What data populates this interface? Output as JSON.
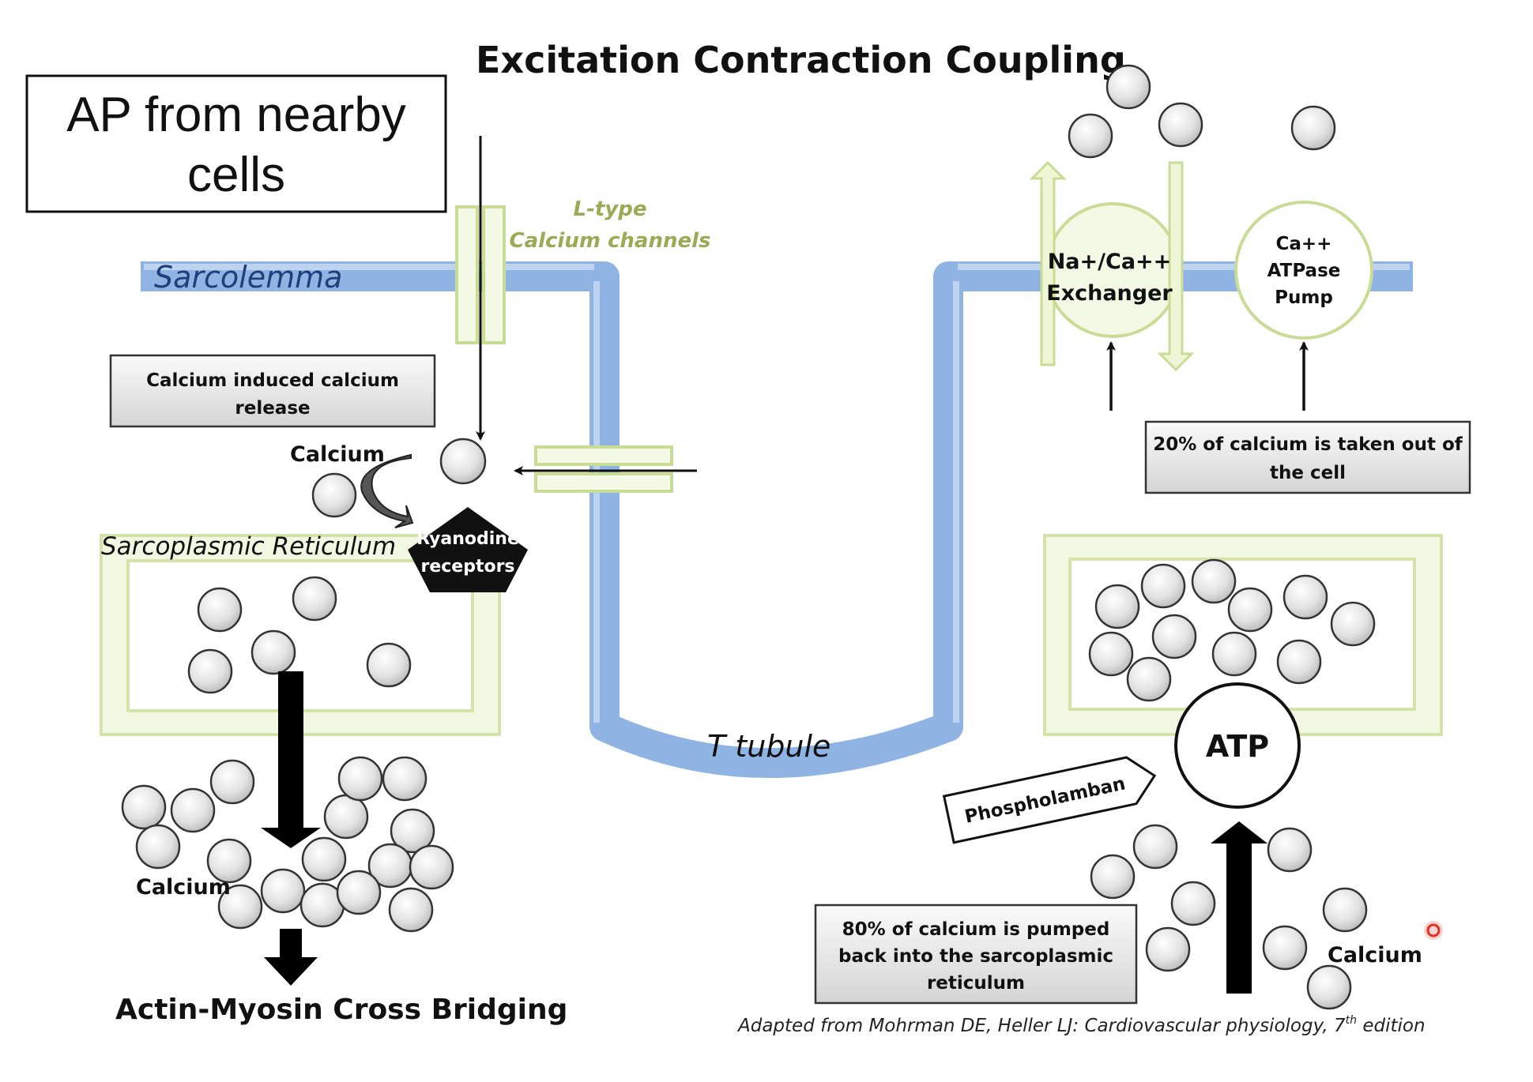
{
  "title": "Excitation Contraction Coupling",
  "ap_box": {
    "line1": "AP from nearby",
    "line2": "cells"
  },
  "sarcolemma_label": "Sarcolemma",
  "l_type": {
    "line1": "L-type",
    "line2": "Calcium channels"
  },
  "cicr_box": {
    "line1": "Calcium induced calcium",
    "line2": "release"
  },
  "calcium_labels": {
    "top": "Calcium",
    "left_bottom": "Calcium",
    "right_bottom": "Calcium"
  },
  "sr_label": "Sarcoplasmic Reticulum",
  "ryanodine": {
    "line1": "Ryanodine",
    "line2": "receptors"
  },
  "t_tubule_label": "T tubule",
  "exchanger": {
    "line1": "Na+/Ca++",
    "line2": "Exchanger"
  },
  "pump": {
    "line1": "Ca++",
    "line2": "ATPase",
    "line3": "Pump"
  },
  "out_box": {
    "line1": "20% of calcium is taken out of",
    "line2": "the cell"
  },
  "atp_label": "ATP",
  "phospholamban_label": "Phospholamban",
  "back_box": {
    "line1": "80% of calcium is pumped",
    "line2": "back into the sarcoplasmic",
    "line3": "reticulum"
  },
  "actin_label": "Actin-Myosin Cross Bridging",
  "citation": {
    "text": "Adapted from Mohrman DE, Heller LJ: Cardiovascular physiology, 7",
    "sup": "th",
    "tail": " edition"
  },
  "colors": {
    "tubule": "#8fb4e3",
    "channel_green": "#c9dc95",
    "sr_fill": "#f2f7e1",
    "ion_fill": "#e4e4e4",
    "marker": "#e03020"
  }
}
